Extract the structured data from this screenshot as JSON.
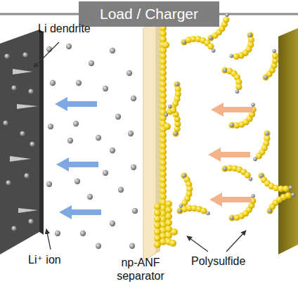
{
  "diagram": {
    "nodes": [
      {
        "text": [
          "Load / Charger"
        ]
      }
    ],
    "labels": [
      "Li dendrite",
      "Li⁺ ion",
      "np-ANF separator",
      "Polysulfide"
    ]
  }
}
